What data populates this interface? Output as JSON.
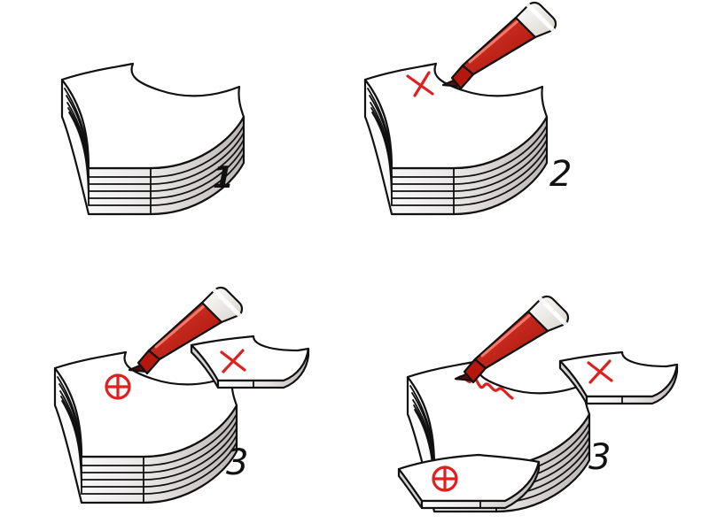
{
  "panels": [
    {
      "id": "panel-1",
      "step_label": "1",
      "marker": false,
      "top_mark": "none",
      "loose_sheets": []
    },
    {
      "id": "panel-2",
      "step_label": "2",
      "marker": true,
      "top_mark": "x",
      "loose_sheets": []
    },
    {
      "id": "panel-3",
      "step_label": "3",
      "marker": true,
      "top_mark": "circle-cross",
      "loose_sheets": [
        "x"
      ]
    },
    {
      "id": "panel-4",
      "step_label": "3",
      "marker": true,
      "top_mark": "scribble",
      "loose_sheets": [
        "x",
        "circle-cross"
      ]
    }
  ],
  "colors": {
    "paper": "#ffffff",
    "paper_shade": "#c8c4c4",
    "outline": "#111111",
    "marker_body": "#c41a10",
    "marker_cap": "#f2efe8",
    "ink": "#e02020"
  },
  "icons": [
    "paper-stack-icon",
    "red-marker-icon",
    "x-mark-icon",
    "circle-cross-icon",
    "scribble-icon"
  ]
}
